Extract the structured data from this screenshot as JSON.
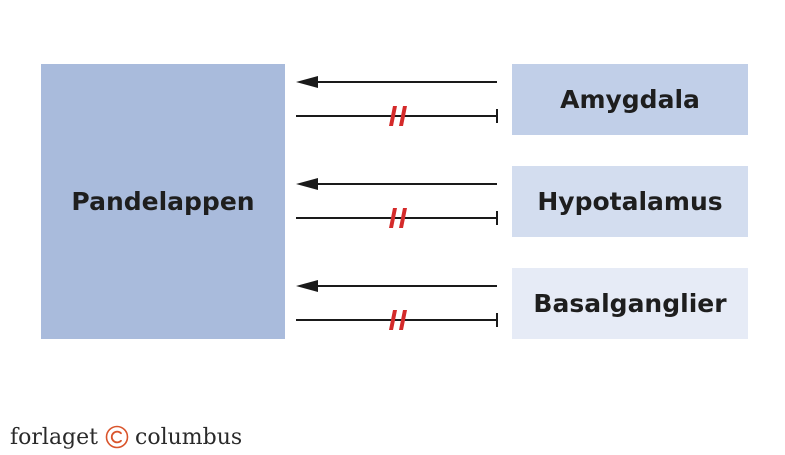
{
  "diagram": {
    "main_box": {
      "label": "Pandelappen",
      "color": "#a9bbdc"
    },
    "regions": [
      {
        "label": "Amygdala",
        "color": "#c1cfe8"
      },
      {
        "label": "Hypotalamus",
        "color": "#d3ddef"
      },
      {
        "label": "Basalganglier",
        "color": "#e6ebf6"
      }
    ],
    "connections": [
      {
        "from": "Amygdala",
        "to": "Pandelappen",
        "kind": "excitatory"
      },
      {
        "from": "Pandelappen",
        "to": "Amygdala",
        "kind": "blocked-inhibitory"
      },
      {
        "from": "Hypotalamus",
        "to": "Pandelappen",
        "kind": "excitatory"
      },
      {
        "from": "Pandelappen",
        "to": "Hypotalamus",
        "kind": "blocked-inhibitory"
      },
      {
        "from": "Basalganglier",
        "to": "Pandelappen",
        "kind": "excitatory"
      },
      {
        "from": "Pandelappen",
        "to": "Basalganglier",
        "kind": "blocked-inhibitory"
      }
    ],
    "colors": {
      "arrow": "#1a1a1a",
      "block_mark": "#d42a2a"
    }
  },
  "footer": {
    "publisher_part1": "forlaget",
    "publisher_part2": "columbus",
    "logo_icon": "copyright-c-icon",
    "logo_color": "#d9542b"
  }
}
